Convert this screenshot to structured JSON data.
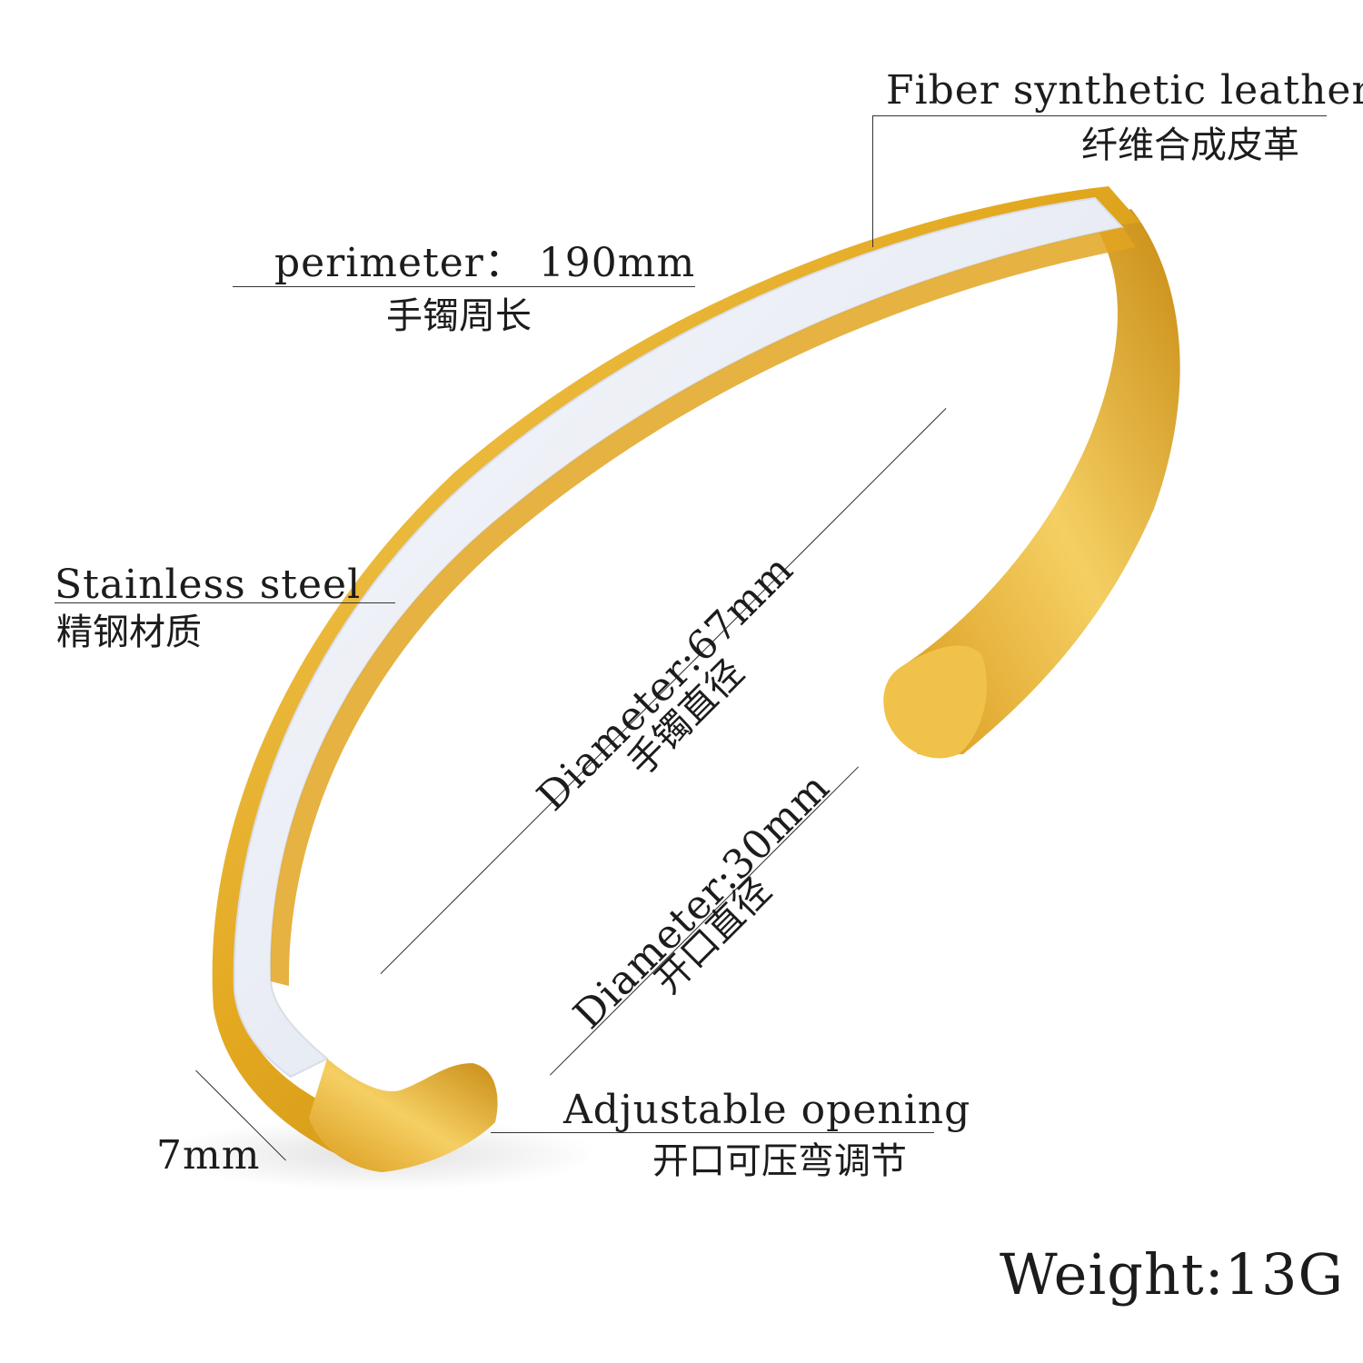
{
  "labels": {
    "fiber_en": "Fiber synthetic leather",
    "fiber_zh": "纤维合成皮革",
    "perimeter_en": "perimeter： 190mm",
    "perimeter_zh": "手镯周长",
    "steel_en": "Stainless steel",
    "steel_zh": "精钢材质",
    "diameter_outer_en": "Diameter:67mm",
    "diameter_outer_zh": "手镯直径",
    "diameter_inner_en": "Diameter:30mm",
    "diameter_inner_zh": "开口直径",
    "width": "7mm",
    "adjustable_en": "Adjustable opening",
    "adjustable_zh": "开口可压弯调节",
    "weight": "Weight:13G"
  },
  "colors": {
    "gold": "#e8b32a",
    "gold_dark": "#c98f10",
    "leather": "#eef1f7",
    "text": "#1c1c1c",
    "background": "#ffffff"
  }
}
